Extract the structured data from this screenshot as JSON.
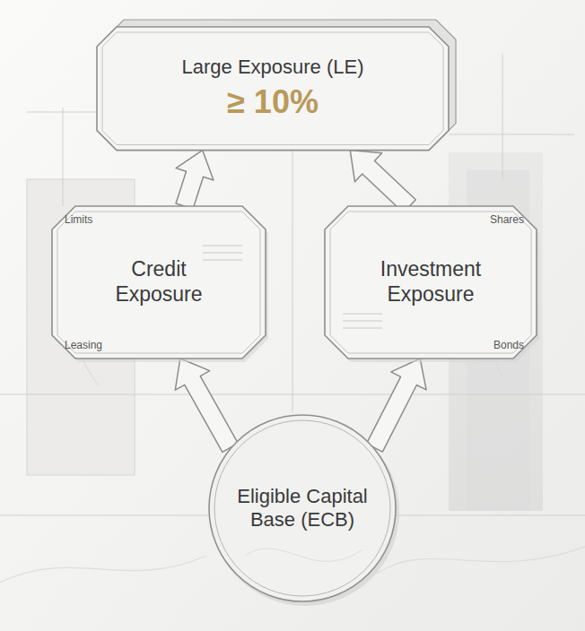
{
  "diagram": {
    "nodes": [
      {
        "text": [
          "Large Exposure (LE)",
          "≥ 10%"
        ]
      },
      {
        "text": [
          "Limits",
          "Credit Exposure",
          "Leasing"
        ]
      },
      {
        "text": [
          "Shares",
          "Investment Exposure",
          "Bonds"
        ]
      },
      {
        "text": [
          "Eligible Capital Base (ECB)"
        ]
      }
    ],
    "edges": [
      {
        "from": 3,
        "to": 1,
        "arrow": "to"
      },
      {
        "from": 3,
        "to": 2,
        "arrow": "to"
      },
      {
        "from": 1,
        "to": 0,
        "arrow": "to"
      },
      {
        "from": 2,
        "to": 0,
        "arrow": "to"
      }
    ]
  }
}
